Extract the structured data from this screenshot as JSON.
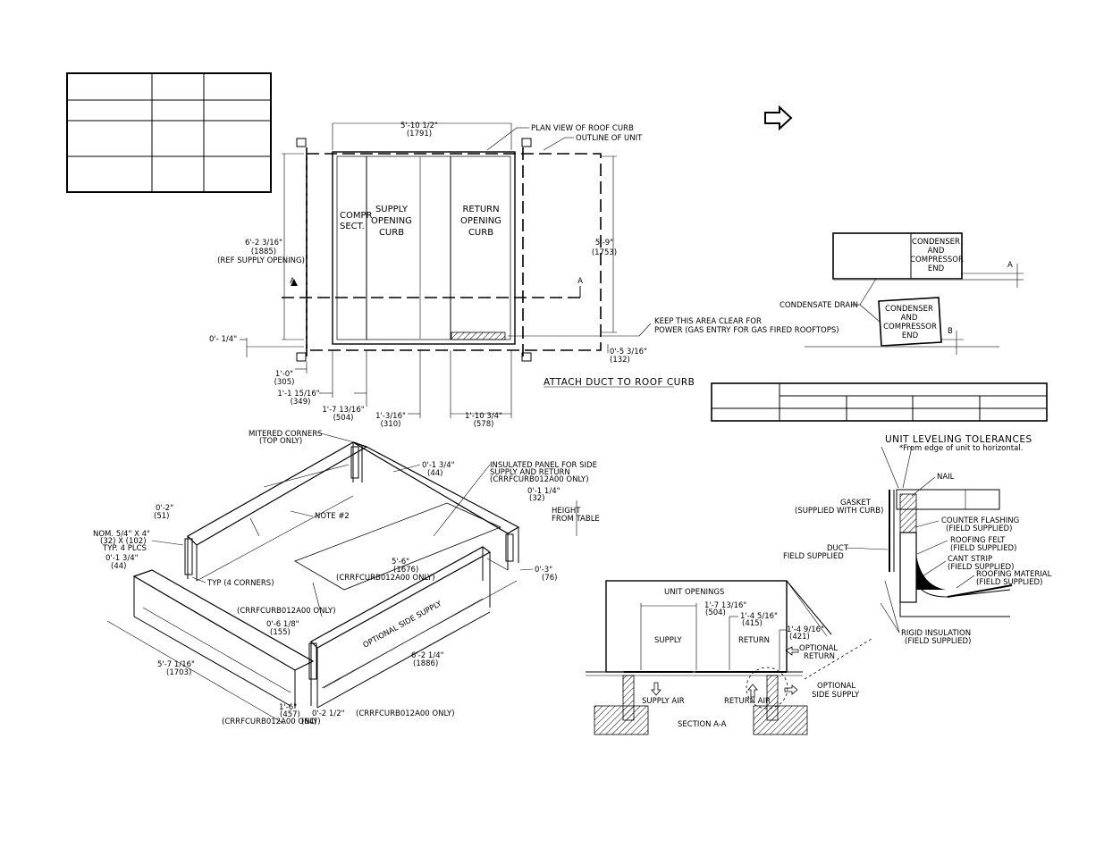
{
  "plan": {
    "top_dim": "5'-10 1/2\"",
    "top_dim_mm": "(1791)",
    "label_plan_view": "PLAN VIEW OF ROOF CURB",
    "label_outline": "OUTLINE OF UNIT",
    "compr_1": "COMPR",
    "compr_2": "SECT.",
    "supply_1": "SUPPLY",
    "supply_2": "OPENING",
    "supply_3": "CURB",
    "return_1": "RETURN",
    "return_2": "OPENING",
    "return_3": "CURB",
    "left_dim": "6'-2 3/16\"",
    "left_dim_mm": "(1885)",
    "left_dim_note": "(REF SUPPLY OPENING)",
    "right_dim": "5'-9\"",
    "right_dim_mm": "(1753)",
    "section_mark": "A",
    "keep_clear_1": "KEEP THIS AREA CLEAR FOR",
    "keep_clear_2": "POWER (GAS ENTRY FOR GAS FIRED ROOFTOPS)",
    "dim_quarter": "0'- 1/4\"",
    "dim_r1": "0'-5 3/16\"",
    "dim_r1_mm": "(132)",
    "dim_b1": "1'-0\"",
    "dim_b1_mm": "(305)",
    "dim_b2": "1'-1 15/16\"",
    "dim_b2_mm": "(349)",
    "dim_b3": "1'-7 13/16\"",
    "dim_b3_mm": "(504)",
    "dim_b4": "1'-3/16\"",
    "dim_b4_mm": "(310)",
    "dim_b5": "1'-10 3/4\"",
    "dim_b5_mm": "(578)",
    "attach_duct": "ATTACH DUCT TO ROOF CURB"
  },
  "leveling": {
    "condenser_1": "CONDENSER",
    "condenser_2": "AND",
    "condenser_3": "COMPRESSOR",
    "condenser_4": "END",
    "drain": "CONDENSATE DRAIN",
    "mark_a": "A",
    "mark_b": "B",
    "title": "UNIT LEVELING TOLERANCES",
    "note": "*From edge of unit to horizontal."
  },
  "iso": {
    "mitered_1": "MITERED CORNERS",
    "mitered_2": "(TOP ONLY)",
    "d_134": "0'-1 3/4\"",
    "d_134_mm": "(44)",
    "insulated_1": "INSULATED PANEL FOR SIDE",
    "insulated_2": "SUPPLY AND RETURN",
    "insulated_3": "(CRRFCURB012A00 ONLY)",
    "d_114": "0'-1 1/4\"",
    "d_114_mm": "(32)",
    "height_1": "HEIGHT",
    "height_2": "FROM TABLE",
    "d_2": "0'-2\"",
    "d_2_mm": "(51)",
    "note2": "NOTE #2",
    "nom_1": "NOM. 5/4\" X 4\"",
    "nom_2": "(32) X (102)",
    "nom_3": "TYP. 4 PLCS",
    "d_134b": "0'-1 3/4\"",
    "d_134b_mm": "(44)",
    "typ_corners": "TYP (4 CORNERS)",
    "d_56": "5'-6\"",
    "d_56_mm": "(1676)",
    "crrf_1": "(CRRFCURB012A00 ONLY)",
    "d_3": "0'-3\"",
    "d_3_mm": "(76)",
    "crrf_2": "(CRRFCURB012A00 ONLY)",
    "d_618": "0'-6 1/8\"",
    "d_618_mm": "(155)",
    "optional_side": "OPTIONAL SIDE SUPPLY",
    "d_5716": "5'-7 1/16\"",
    "d_5716_mm": "(1703)",
    "d_6214": "6'-2 1/4\"",
    "d_6214_mm": "(1886)",
    "d_16": "1'-6\"",
    "d_16_mm": "(457)",
    "crrf_3": "(CRRFCURB012A00 ONLY)",
    "d_0212": "0'-2 1/2\"",
    "d_0212_mm": "(64)",
    "crrf_4": "(CRRFCURB012A00 ONLY)"
  },
  "section": {
    "unit_openings": "UNIT OPENINGS",
    "d_1": "1'-7 13/16\"",
    "d_1_mm": "(504)",
    "d_2": "1'-4 5/16\"",
    "d_2_mm": "(415)",
    "d_3": "1'-4 9/16\"",
    "d_3_mm": "(421)",
    "supply": "SUPPLY",
    "return": "RETURN",
    "opt_return_1": "OPTIONAL",
    "opt_return_2": "RETURN",
    "supply_air": "SUPPLY AIR",
    "return_air": "RETURN AIR",
    "opt_side_1": "OPTIONAL",
    "opt_side_2": "SIDE SUPPLY",
    "title": "SECTION A-A"
  },
  "detail": {
    "nail": "NAIL",
    "gasket_1": "GASKET",
    "gasket_2": "(SUPPLIED WITH CURB)",
    "counter_1": "COUNTER FLASHING",
    "counter_2": "(FIELD SUPPLIED)",
    "felt_1": "ROOFING FELT",
    "felt_2": "(FIELD SUPPLIED)",
    "duct_1": "DUCT",
    "duct_2": "FIELD SUPPLIED",
    "cant_1": "CANT STRIP",
    "cant_2": "(FIELD SUPPLIED)",
    "material_1": "ROOFING MATERIAL",
    "material_2": "(FIELD SUPPLIED)",
    "rigid_1": "RIGID INSULATION",
    "rigid_2": "(FIELD SUPPLIED)"
  },
  "icons": {
    "arrow": "right-arrow-outline-icon"
  }
}
